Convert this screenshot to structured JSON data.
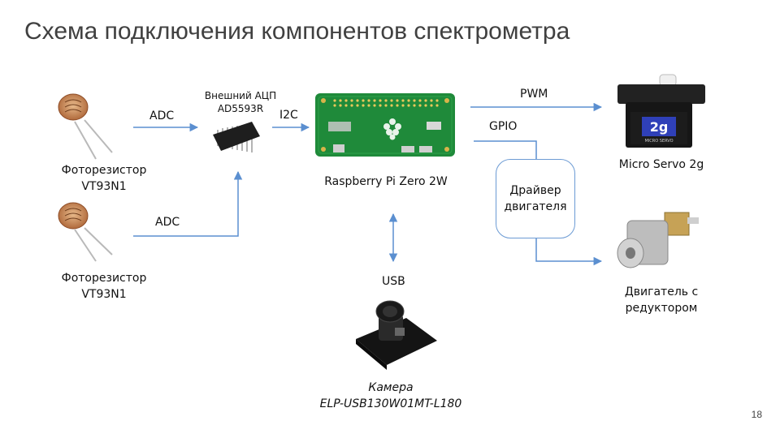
{
  "title": "Схема подключения компонентов спектрометра",
  "page_number": "18",
  "components": {
    "photoresistor_1": {
      "line1": "Фоторезистор",
      "line2": "VT93N1"
    },
    "photoresistor_2": {
      "line1": "Фоторезистор",
      "line2": "VT93N1"
    },
    "adc": {
      "line1": "Внешний АЦП",
      "line2": "AD5593R"
    },
    "raspberry": {
      "label": "Raspberry Pi Zero 2W"
    },
    "servo": {
      "label": "Micro Servo 2g",
      "badge": "2g",
      "badge_sub": "MICRO SERVO"
    },
    "motor": {
      "line1": "Двигатель с",
      "line2": "редуктором"
    },
    "driver": {
      "line1": "Драйвер",
      "line2": "двигателя"
    },
    "camera": {
      "line1": "Камера",
      "line2": "ELP-USB130W01MT-L180"
    }
  },
  "connections": {
    "adc_1": "ADC",
    "adc_2": "ADC",
    "i2c": "I2C",
    "pwm": "PWM",
    "gpio": "GPIO",
    "usb": "USB"
  },
  "colors": {
    "arrow": "#5b8fd0",
    "pcb": "#1f8a3a",
    "title": "#404040"
  }
}
